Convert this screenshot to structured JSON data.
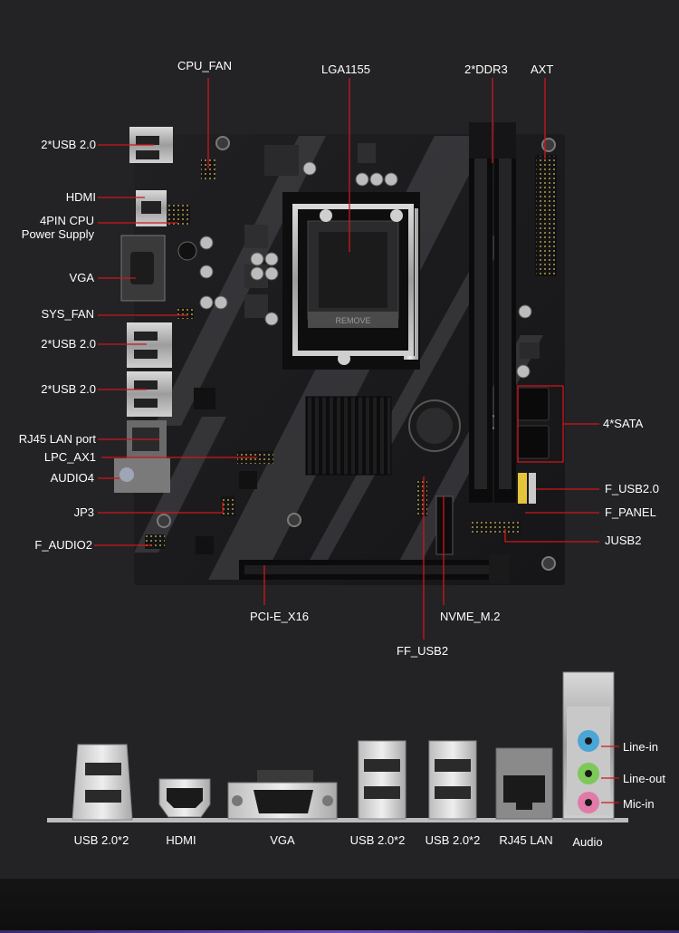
{
  "labels": {
    "cpu_fan": "CPU_FAN",
    "lga1155": "LGA1155",
    "ddr3": "2*DDR3",
    "axt": "AXT",
    "usb20_top": "2*USB 2.0",
    "hdmi": "HDMI",
    "cpu_power_line1": "4PIN CPU",
    "cpu_power_line2": "Power Supply",
    "vga": "VGA",
    "sys_fan": "SYS_FAN",
    "usb20_mid1": "2*USB 2.0",
    "usb20_mid2": "2*USB 2.0",
    "rj45": "RJ45 LAN port",
    "lpc_ax1": "LPC_AX1",
    "audio4": "AUDIO4",
    "jp3": "JP3",
    "f_audio2": "F_AUDIO2",
    "sata": "4*SATA",
    "f_usb20": "F_USB2.0",
    "f_panel": "F_PANEL",
    "jusb2": "JUSB2",
    "pcie": "PCI-E_X16",
    "nvme": "NVME_M.2",
    "ff_usb2": "FF_USB2"
  },
  "io_panel": {
    "usb_a": "USB 2.0*2",
    "hdmi": "HDMI",
    "vga": "VGA",
    "usb_b": "USB 2.0*2",
    "usb_c": "USB 2.0*2",
    "rj45": "RJ45 LAN",
    "audio": "Audio",
    "line_in": "Line-in",
    "line_out": "Line-out",
    "mic_in": "Mic-in"
  },
  "board_silk": {
    "socket_text": "REMOVE"
  },
  "colors": {
    "background": "#232325",
    "callout_line": "#d0161b",
    "label_text": "#ffffff",
    "pcb": "#1c1c1e",
    "line_in_jack": "#4aa6d6",
    "line_out_jack": "#7cc95a",
    "mic_in_jack": "#e27aa8"
  }
}
